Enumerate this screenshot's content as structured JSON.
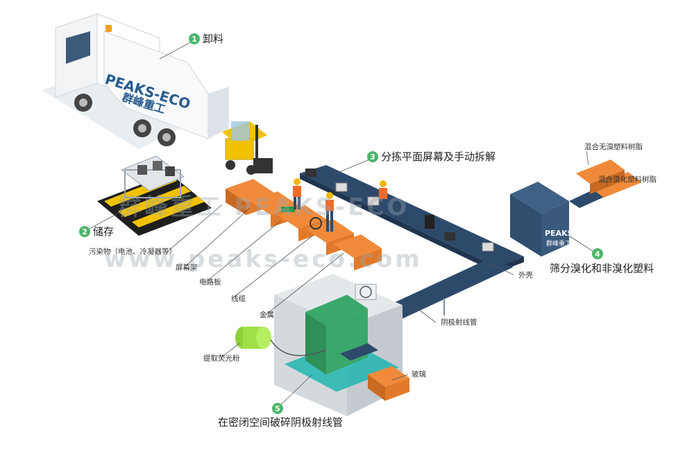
{
  "colors": {
    "belt": "#2e4a6b",
    "belt_side": "#1f3550",
    "bin": "#f08a3a",
    "bin_dark": "#c96a22",
    "machine": "#2f4f6f",
    "crusher": "#3aa86a",
    "floor_cyan": "#21b5b0",
    "marker_green": "#4cb56a",
    "hazard_yellow": "#f2c200"
  },
  "steps": [
    {
      "num": "1",
      "label": "卸料"
    },
    {
      "num": "2",
      "label": "储存"
    },
    {
      "num": "3",
      "label": "分拣平面屏幕及手动拆解"
    },
    {
      "num": "4",
      "label": "筛分溴化和非溴化塑料"
    },
    {
      "num": "5",
      "label": "在密闭空间破碎阴极射线管"
    }
  ],
  "labels": {
    "pollutants": "污染物（电池、冷凝器等）",
    "screen_frame": "屏幕架",
    "circuit_board": "电路板",
    "cable": "线缆",
    "metal": "金属",
    "phosphor": "提取荧光粉",
    "glass": "玻璃",
    "crt": "阴极射线管",
    "casing": "外壳",
    "mixed_non_bromine": "混合无溴塑料树脂",
    "mixed_bromine": "混合溴化塑料树脂"
  },
  "brand": {
    "truck_en": "PEAKS-ECO",
    "truck_cn": "群峰重工",
    "machine_en": "PEAKS-ECO",
    "machine_cn": "群峰重工"
  },
  "watermark": {
    "line1": "群峰重工  PEAKS-ECO",
    "line2": "www.peaks-eco.com"
  }
}
